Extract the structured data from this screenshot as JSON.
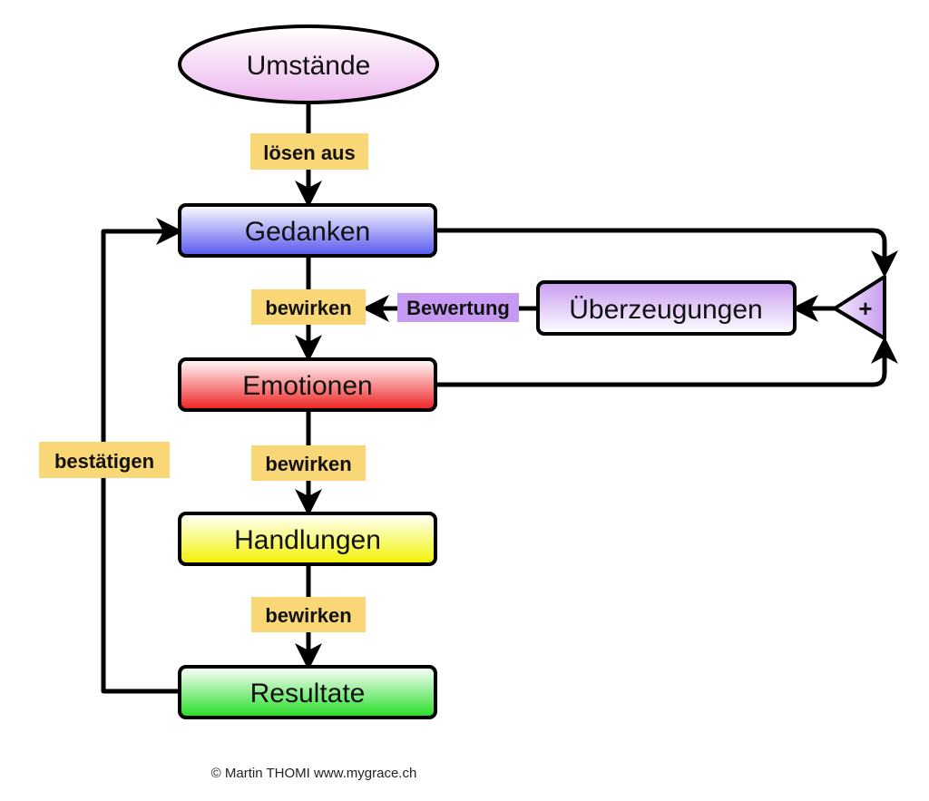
{
  "nodes": {
    "umstaende": "Umstände",
    "gedanken": "Gedanken",
    "emotionen": "Emotionen",
    "handlungen": "Handlungen",
    "resultate": "Resultate",
    "ueberzeugungen": "Überzeugungen",
    "combiner": "+"
  },
  "edge_labels": {
    "loesen_aus": "lösen aus",
    "bewirken_1": "bewirken",
    "bewirken_2": "bewirken",
    "bewirken_3": "bewirken",
    "bestaetigen": "bestätigen",
    "bewertung": "Bewertung"
  },
  "credit": "© Martin THOMI www.mygrace.ch",
  "colors": {
    "umstaende": "#f4c6f4",
    "gedanken": "#6a6af2",
    "emotionen": "#ee3a3a",
    "handlungen": "#f4f400",
    "resultate": "#33e033",
    "ueberzeugungen": "#d2a8f2",
    "label_yellow": "#fad776",
    "label_purple": "#c69af2"
  }
}
